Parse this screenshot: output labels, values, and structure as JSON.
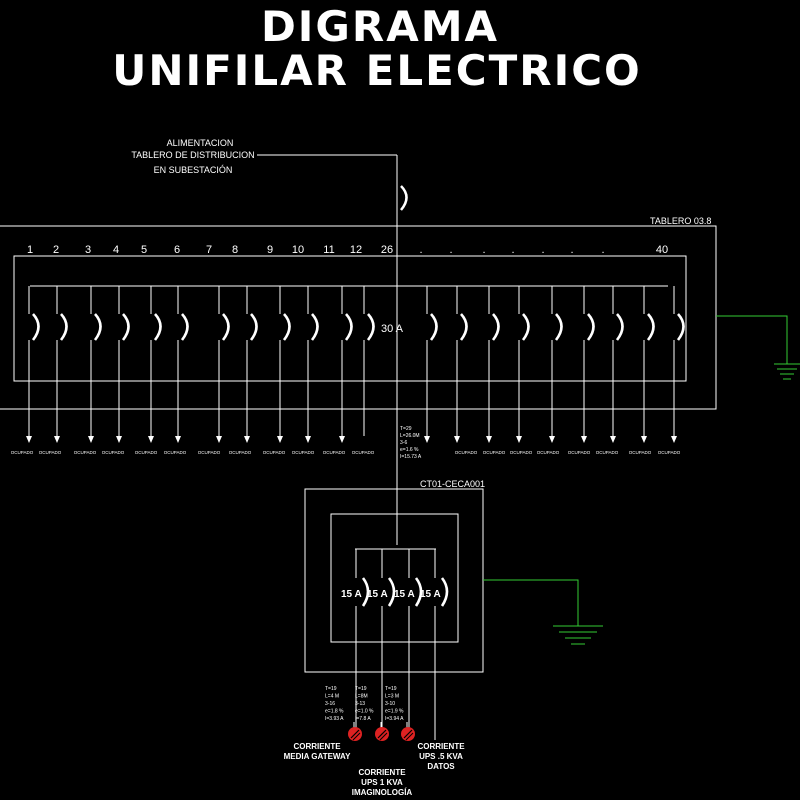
{
  "title": {
    "line1": "DIGRAMA",
    "line2": "UNIFILAR ELECTRICO"
  },
  "feed": {
    "line1": "ALIMENTACION",
    "line2": "TABLERO DE DISTRIBUCION",
    "line3": "EN SUBESTACIÓN"
  },
  "panel": {
    "name": "TABLERO 03.8",
    "main_breaker": "30 A",
    "slots": [
      "1",
      "2",
      "3",
      "4",
      "5",
      "6",
      "7",
      "8",
      "9",
      "10",
      "11",
      "12",
      "26",
      ".",
      ".",
      ".",
      ".",
      ".",
      ".",
      ".",
      "40"
    ],
    "occupied_label": "OCUPADO",
    "occupied_count_left": 12,
    "occupied_count_right": 8
  },
  "feeder": {
    "line1": "T=29",
    "line2": "L=26.0M",
    "line3": "3-6",
    "line4": "e=1.6 %",
    "line5": "I=15.73 A"
  },
  "subpanel": {
    "name": "CT01-CECA001",
    "breakers": [
      "15 A",
      "15 A",
      "15 A",
      "15 A"
    ]
  },
  "circuits": [
    {
      "data": [
        "T=19",
        "L=4 M",
        "3-16",
        "e=1.8 %",
        "I=3.93 A"
      ],
      "name_lines": [
        "CORRIENTE",
        "MEDIA GATEWAY"
      ]
    },
    {
      "data": [
        "T=19",
        "L=8M",
        "3-13",
        "e=1.0 %",
        "I=7.8 A"
      ],
      "name_lines": [
        "CORRIENTE",
        "UPS 1 KVA",
        "IMAGINOLOGÍA"
      ]
    },
    {
      "data": [
        "T=19",
        "L=3 M",
        "3-10",
        "e=1.9 %",
        "I=3.94 A"
      ],
      "name_lines": [
        "CORRIENTE",
        "UPS .5 KVA",
        "DATOS"
      ]
    }
  ],
  "colors": {
    "line": "#ffffff",
    "ground": "#33cc33",
    "terminal": "#dd2222"
  }
}
